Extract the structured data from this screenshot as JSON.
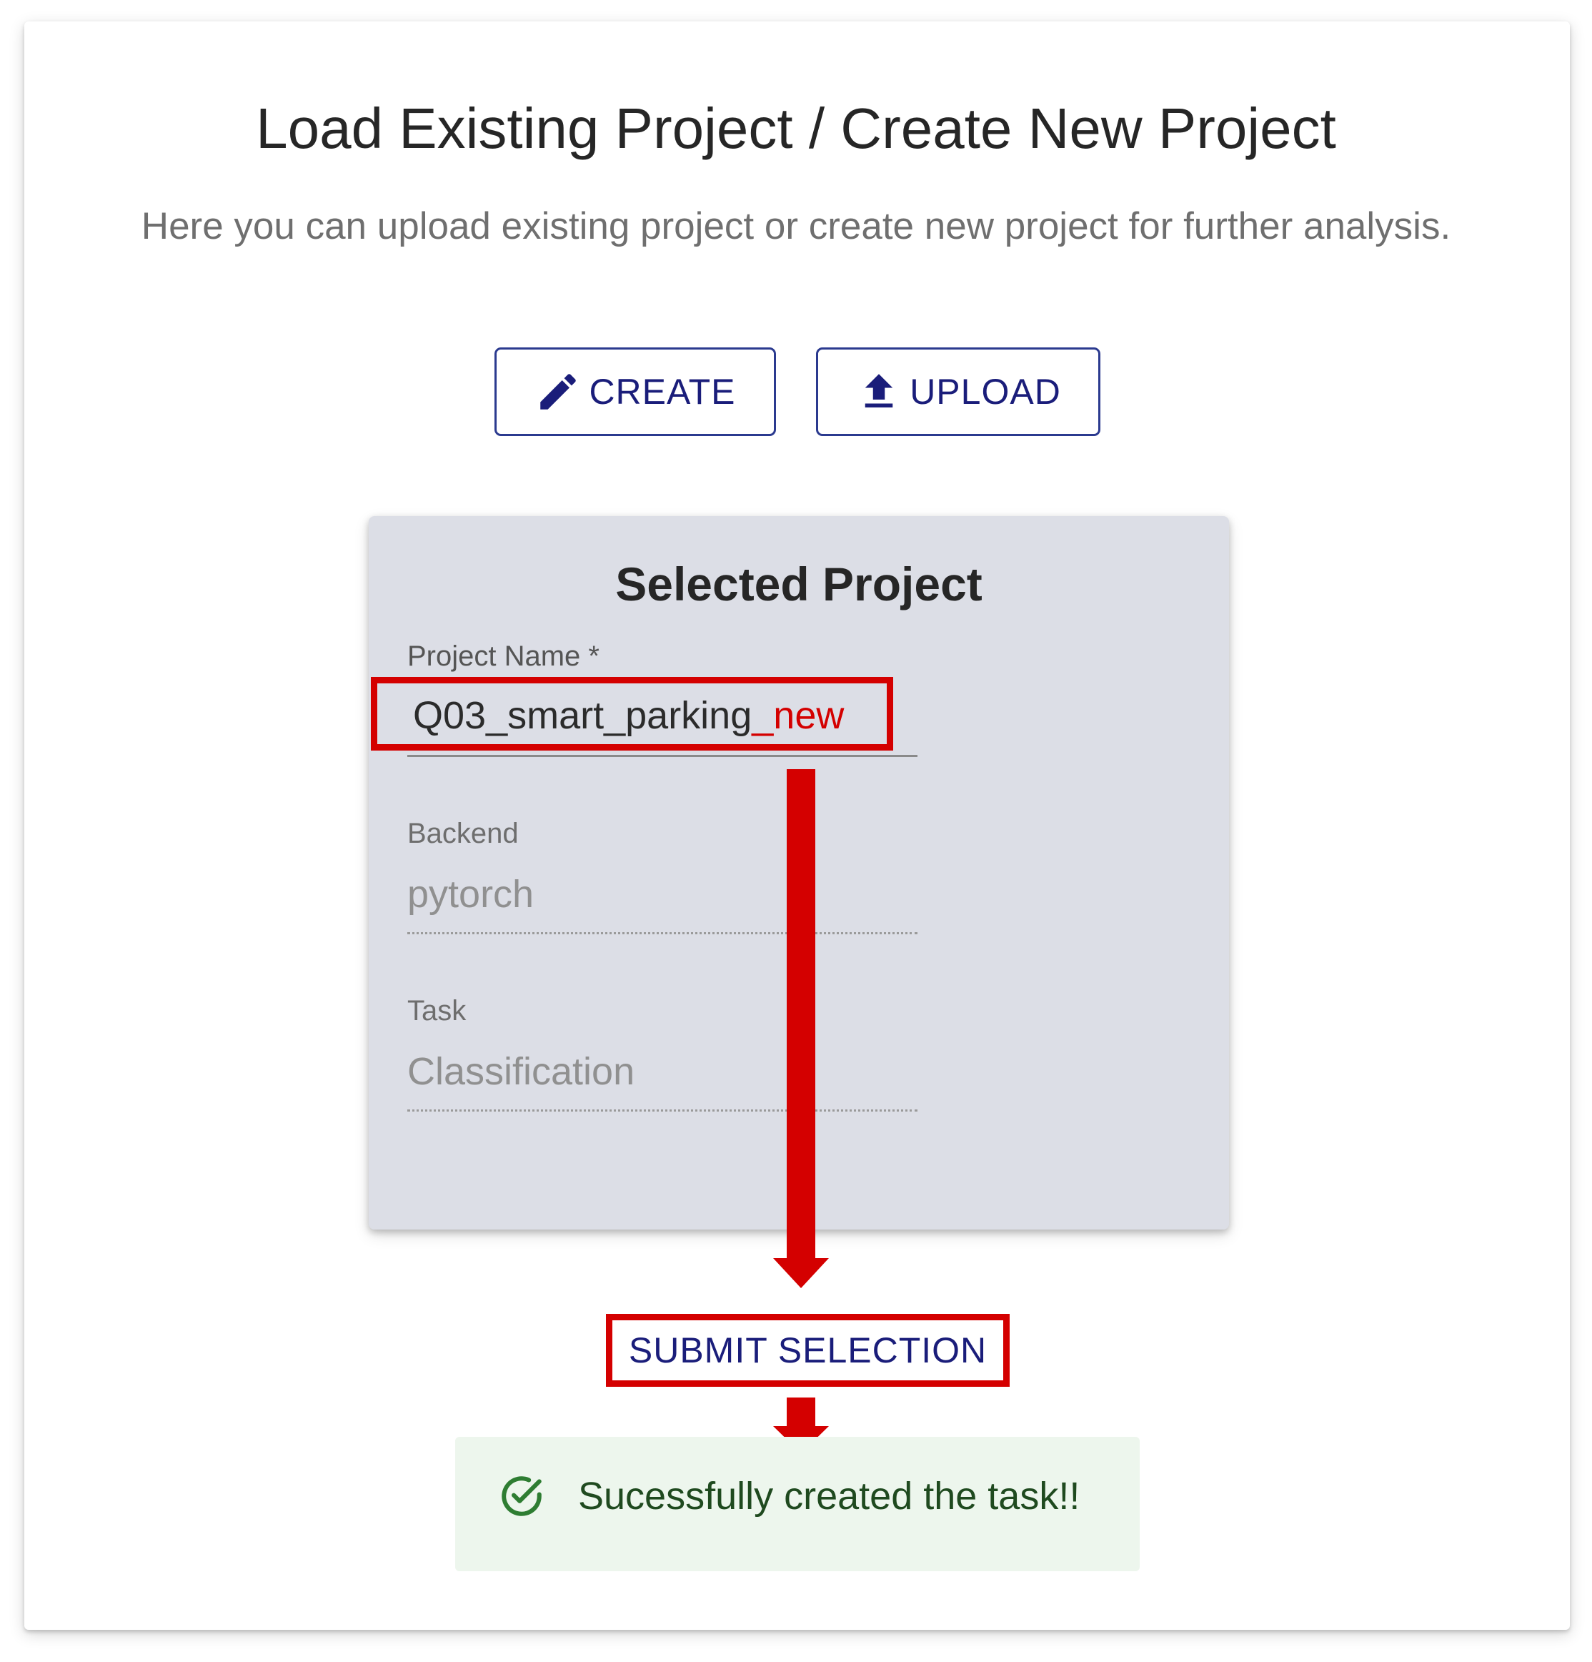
{
  "header": {
    "title": "Load Existing Project / Create New Project",
    "subtitle": "Here you can upload existing project or create new project for further analysis."
  },
  "actions": {
    "create_label": "CREATE",
    "create_icon": "pencil-icon",
    "upload_label": "UPLOAD",
    "upload_icon": "upload-icon"
  },
  "selected_project": {
    "title": "Selected Project",
    "fields": {
      "project_name": {
        "label": "Project Name *",
        "value_base": "Q03_smart_parking",
        "value_suffix": "_new"
      },
      "backend": {
        "label": "Backend",
        "value": "pytorch"
      },
      "task": {
        "label": "Task",
        "value": "Classification"
      }
    }
  },
  "submit": {
    "label": "SUBMIT SELECTION"
  },
  "alert": {
    "message": "Sucessfully created the task!!",
    "icon": "check-circle-icon"
  },
  "colors": {
    "accent": "#1a1d7a",
    "annotation": "#d40000",
    "card_background": "#dcdee6",
    "success_background": "#edf6ed",
    "success_text": "#1f4a1f",
    "success_icon": "#2e7d32"
  }
}
